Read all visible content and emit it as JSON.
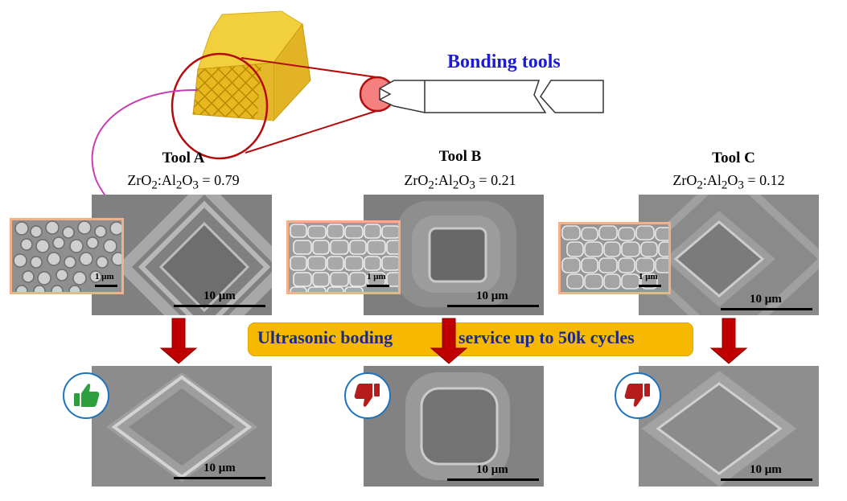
{
  "header": {
    "bonding_tools_label": "Bonding tools"
  },
  "tools": [
    {
      "title": "Tool A",
      "ratio_main": "ZrO",
      "ratio_sub1": "2",
      "ratio_mid": ":Al",
      "ratio_sub2": "2",
      "ratio_mid2": "O",
      "ratio_sub3": "3",
      "ratio_value": " = 0.79",
      "inset_scale": "1 μm",
      "top_scale": "10 μm",
      "bottom_scale": "10 μm",
      "verdict": "thumbs-up"
    },
    {
      "title": "Tool B",
      "ratio_main": "ZrO",
      "ratio_sub1": "2",
      "ratio_mid": ":Al",
      "ratio_sub2": "2",
      "ratio_mid2": "O",
      "ratio_sub3": "3",
      "ratio_value": " = 0.21",
      "inset_scale": "1 μm",
      "top_scale": "10 μm",
      "bottom_scale": "10 μm",
      "verdict": "thumbs-down"
    },
    {
      "title": "Tool C",
      "ratio_main": "ZrO",
      "ratio_sub1": "2",
      "ratio_mid": ":Al",
      "ratio_sub2": "2",
      "ratio_mid2": "O",
      "ratio_sub3": "3",
      "ratio_value": " = 0.12",
      "inset_scale": "1 μm",
      "top_scale": "10 μm",
      "bottom_scale": "10 μm",
      "verdict": "thumbs-down"
    }
  ],
  "banner": {
    "part1": "Ultrasonic boding",
    "part2": "service up to 50k cycles"
  },
  "colors": {
    "banner": "#f7b800",
    "banner_text": "#1b2a8a",
    "title_blue": "#1c1cd6",
    "arrow_red": "#c00000",
    "inset_border": "#f3b08a",
    "good": "#2e9e3e",
    "bad": "#b51c1c"
  }
}
